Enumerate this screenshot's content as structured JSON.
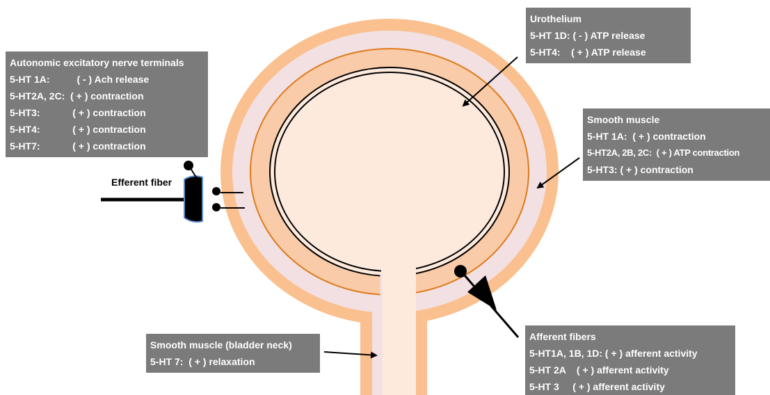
{
  "diagram": {
    "colors": {
      "outer_layer": "#fbc08f",
      "middle_layer": "#f2e0e3",
      "inner_wall": "#f9cba9",
      "lumen": "#fdeadd",
      "orange_line": "#e07a1a",
      "box_fill": "#7b7b7b",
      "box_text": "#ffffff",
      "nerve_edge": "#5b8bd0"
    },
    "efferent_label": "Efferent fiber",
    "boxes": {
      "autonomic": {
        "title": "Autonomic excitatory nerve terminals",
        "lines": [
          "5-HT 1A:          ( - ) Ach release",
          "5-HT2A, 2C:  ( + ) contraction",
          "5-HT3:            ( + ) contraction",
          "5-HT4:            ( + ) contraction",
          "5-HT7:            ( + ) contraction"
        ]
      },
      "urothelium": {
        "title": "Urothelium",
        "lines": [
          "5-HT 1D: ( - ) ATP release",
          "5-HT4:    ( + ) ATP release"
        ]
      },
      "smooth_muscle": {
        "title": "Smooth muscle",
        "lines": [
          "5-HT 1A:  ( + ) contraction",
          "5-HT2A, 2B, 2C:  ( + ) ATP contraction",
          "5-HT3: ( + ) contraction"
        ]
      },
      "bladder_neck": {
        "title": "Smooth muscle (bladder neck)",
        "lines": [
          "5-HT 7:  ( + ) relaxation"
        ]
      },
      "afferent": {
        "title": "Afferent fibers",
        "lines": [
          "5-HT1A, 1B, 1D: ( + ) afferent activity",
          "5-HT 2A    ( + ) afferent activity",
          "5-HT 3     ( + ) afferent activity"
        ]
      }
    }
  }
}
